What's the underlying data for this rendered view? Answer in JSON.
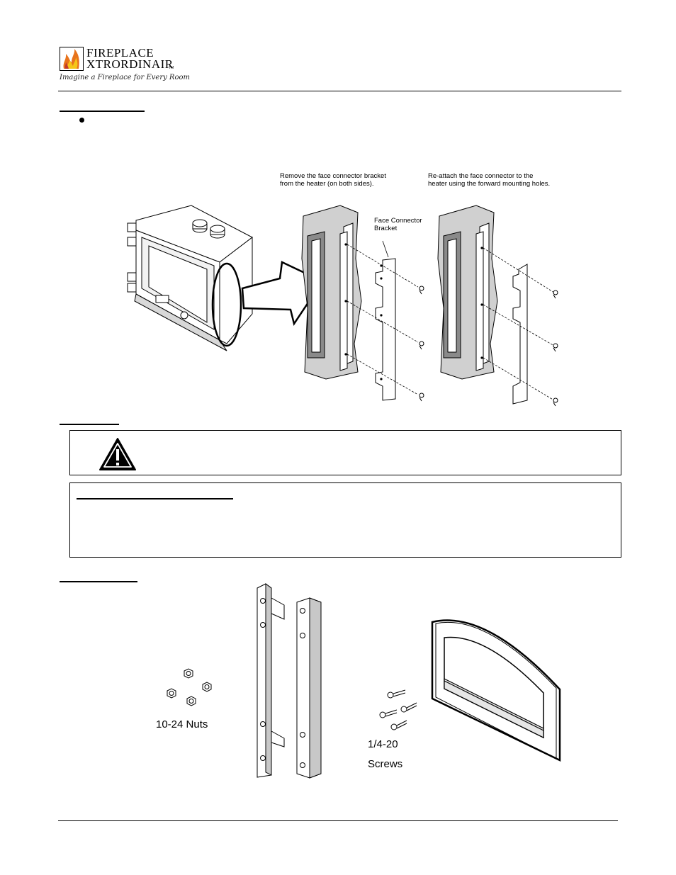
{
  "header": {
    "brand_line1": "FIREPLACE",
    "brand_line2": "XTRORDINAIR",
    "trademark": "TM",
    "tagline": "Imagine a Fireplace for Every Room"
  },
  "diagram": {
    "caption_remove": [
      "Remove the face connector bracket",
      "from the heater (on both sides)."
    ],
    "caption_reattach": [
      "Re-attach the face connector to the",
      "heater using the forward mounting holes."
    ],
    "bracket_label": [
      "Face Connector",
      "Bracket"
    ]
  },
  "parts": {
    "nuts_label": "10-24 Nuts",
    "screws_label_1": "1/4-20",
    "screws_label_2": "Screws"
  },
  "colors": {
    "flame_orange": "#e8731c",
    "flame_yellow": "#f5c518",
    "logo_red": "#c0392b",
    "panel_gray": "#d8d8d8",
    "dark_gray": "#8a8a8a"
  }
}
